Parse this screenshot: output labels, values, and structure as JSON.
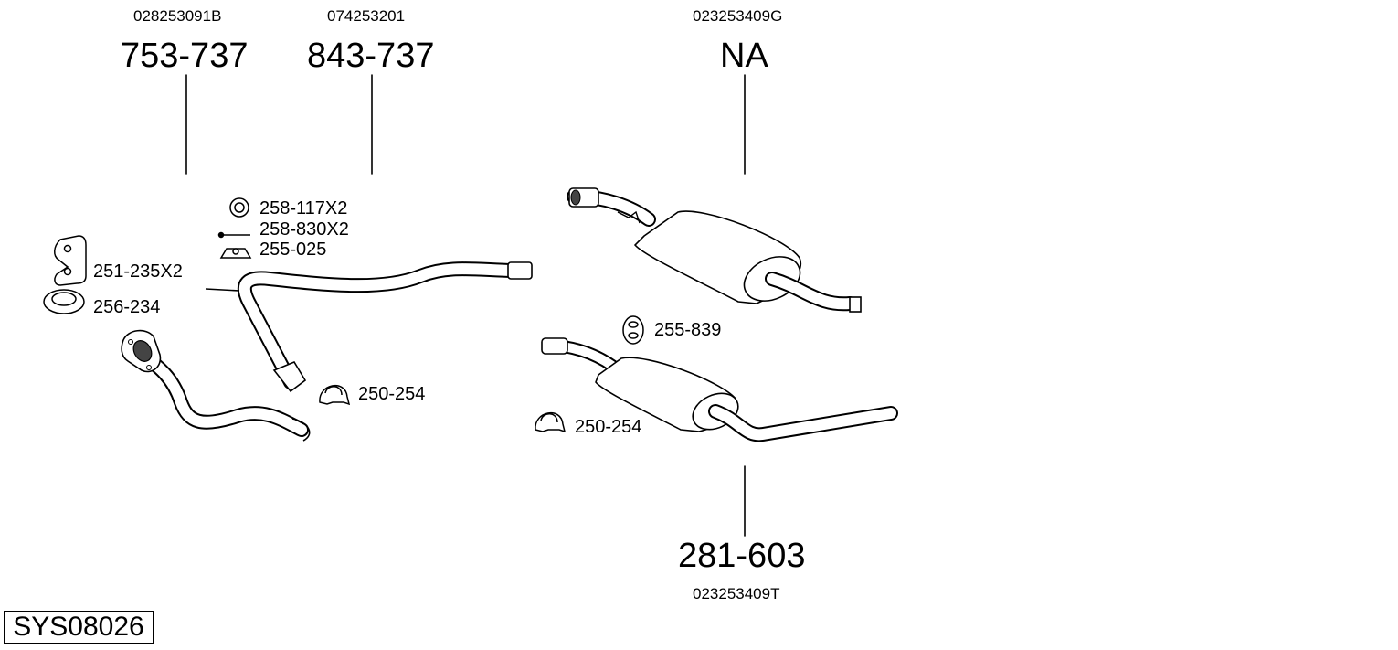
{
  "diagram": {
    "system_code": "SYS08026",
    "parts": [
      {
        "id": "front-pipe",
        "number": "753-737",
        "oem": "028253091B"
      },
      {
        "id": "middle-pipe",
        "number": "843-737",
        "oem": "074253201"
      },
      {
        "id": "rear-silencer-a",
        "number": "NA",
        "oem": "023253409G"
      },
      {
        "id": "rear-silencer-b",
        "number": "281-603",
        "oem": "023253409T"
      }
    ],
    "accessories": [
      {
        "id": "ring",
        "label": "258-117X2"
      },
      {
        "id": "bolt",
        "label": "258-830X2"
      },
      {
        "id": "mount",
        "label": "255-025"
      },
      {
        "id": "bracket",
        "label": "251-235X2"
      },
      {
        "id": "gasket",
        "label": "256-234"
      },
      {
        "id": "clamp-1",
        "label": "250-254"
      },
      {
        "id": "rubber-mount",
        "label": "255-839"
      },
      {
        "id": "clamp-2",
        "label": "250-254"
      }
    ]
  }
}
